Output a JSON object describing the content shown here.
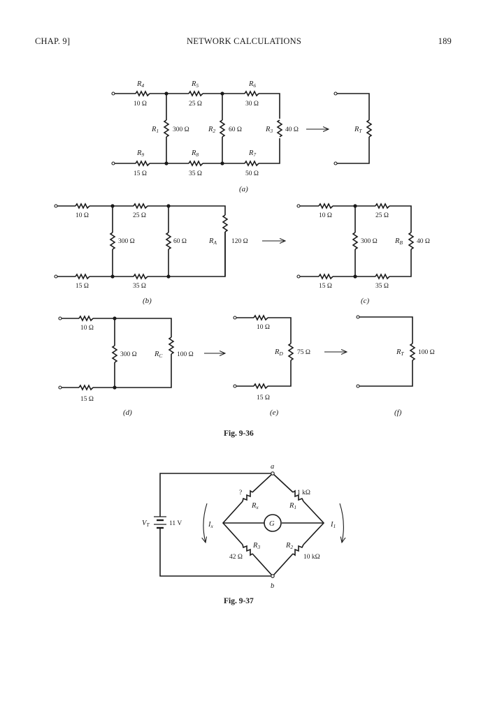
{
  "header": {
    "chapter": "CHAP. 9]",
    "title": "NETWORK CALCULATIONS",
    "page_number": "189"
  },
  "figures": [
    {
      "id": "Fig. 9-36",
      "caption": "Fig. 9-36",
      "panels": {
        "a": {
          "label": "(a)",
          "resistors": [
            {
              "name": "R",
              "sub": "4",
              "value": "10 Ω"
            },
            {
              "name": "R",
              "sub": "5",
              "value": "25 Ω"
            },
            {
              "name": "R",
              "sub": "6",
              "value": "30 Ω"
            },
            {
              "name": "R",
              "sub": "1",
              "value": "300 Ω"
            },
            {
              "name": "R",
              "sub": "2",
              "value": "60 Ω"
            },
            {
              "name": "R",
              "sub": "3",
              "value": "40 Ω"
            },
            {
              "name": "R",
              "sub": "9",
              "value": "15 Ω"
            },
            {
              "name": "R",
              "sub": "8",
              "value": "35 Ω"
            },
            {
              "name": "R",
              "sub": "7",
              "value": "50 Ω"
            }
          ],
          "result": {
            "name": "R",
            "sub": "T"
          }
        },
        "b": {
          "label": "(b)",
          "values": [
            "10 Ω",
            "25 Ω",
            "300 Ω",
            "60 Ω",
            "120 Ω",
            "15 Ω",
            "35 Ω"
          ],
          "equivalent": {
            "name": "R",
            "sub": "A"
          }
        },
        "c": {
          "label": "(c)",
          "values": [
            "10 Ω",
            "25 Ω",
            "300 Ω",
            "40 Ω",
            "15 Ω",
            "35 Ω"
          ],
          "equivalent": {
            "name": "R",
            "sub": "B"
          }
        },
        "d": {
          "label": "(d)",
          "values": [
            "10 Ω",
            "300 Ω",
            "100 Ω",
            "15 Ω"
          ],
          "equivalent": {
            "name": "R",
            "sub": "C"
          }
        },
        "e": {
          "label": "(e)",
          "values": [
            "10 Ω",
            "75 Ω",
            "15 Ω"
          ],
          "equivalent": {
            "name": "R",
            "sub": "D"
          }
        },
        "f": {
          "label": "(f)",
          "values": [
            "100 Ω"
          ],
          "equivalent": {
            "name": "R",
            "sub": "T"
          }
        }
      }
    },
    {
      "id": "Fig. 9-37",
      "caption": "Fig. 9-37",
      "nodes": {
        "top": "a",
        "bottom": "b"
      },
      "source": {
        "name": "V",
        "sub": "T",
        "value": "11 V"
      },
      "galvanometer": "G",
      "resistors": {
        "rx": {
          "name": "R",
          "sub": "x",
          "value": "?"
        },
        "r1": {
          "name": "R",
          "sub": "1",
          "value": "1 kΩ"
        },
        "r3": {
          "name": "R",
          "sub": "3",
          "value": "42 Ω"
        },
        "r2": {
          "name": "R",
          "sub": "2",
          "value": "10 kΩ"
        }
      },
      "currents": {
        "left": {
          "name": "I",
          "sub": "x"
        },
        "right": {
          "name": "I",
          "sub": "1"
        }
      }
    }
  ]
}
